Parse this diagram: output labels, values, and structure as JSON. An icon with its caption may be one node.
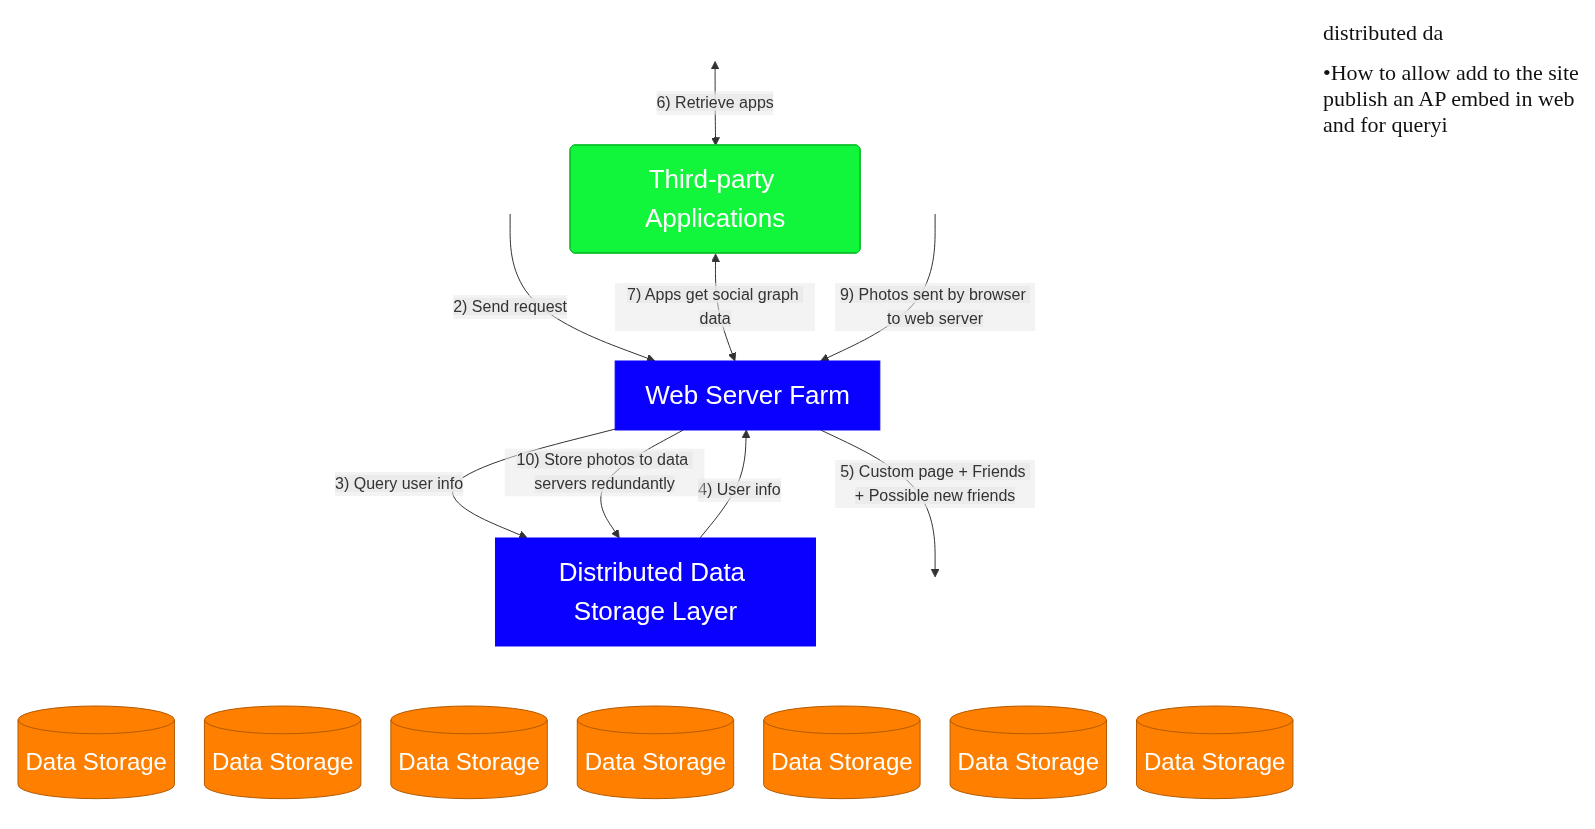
{
  "diagram": {
    "nodes": [
      {
        "text": [
          "Third-party Applications"
        ]
      },
      {
        "text": [
          "Web Server Farm"
        ]
      },
      {
        "text": [
          "Distributed Data Storage Layer"
        ]
      },
      {
        "text": [
          "Data Storage"
        ]
      },
      {
        "text": [
          "Data Storage"
        ]
      },
      {
        "text": [
          "Data Storage"
        ]
      },
      {
        "text": [
          "Data Storage"
        ]
      },
      {
        "text": [
          "Data Storage"
        ]
      },
      {
        "text": [
          "Data Storage"
        ]
      },
      {
        "text": [
          "Data Storage"
        ]
      }
    ],
    "edges": [
      {
        "from": null,
        "to": 1,
        "arrow": "to",
        "label": "2) Send request"
      },
      {
        "from": 1,
        "to": null,
        "arrow": "to",
        "label": "5) Custom page + Friends + Possible new friends"
      },
      {
        "from": null,
        "to": 0,
        "arrow": "both",
        "label": "6) Retrieve apps"
      },
      {
        "from": 0,
        "to": 1,
        "arrow": "both",
        "label": "7) Apps get social graph data"
      },
      {
        "from": null,
        "to": 1,
        "arrow": "to",
        "label": "9) Photos sent by browser to web server"
      },
      {
        "from": 2,
        "to": 1,
        "arrow": "to",
        "label": "4) User info"
      },
      {
        "from": 1,
        "to": 2,
        "arrow": "to",
        "label": "3) Query user info"
      },
      {
        "from": 1,
        "to": 2,
        "arrow": "to",
        "label": "10) Store photos to data servers redundantly"
      }
    ],
    "labels": [
      "distributed da",
      "•How to allow add to the site publish an AP embed in web and for queryi"
    ]
  }
}
